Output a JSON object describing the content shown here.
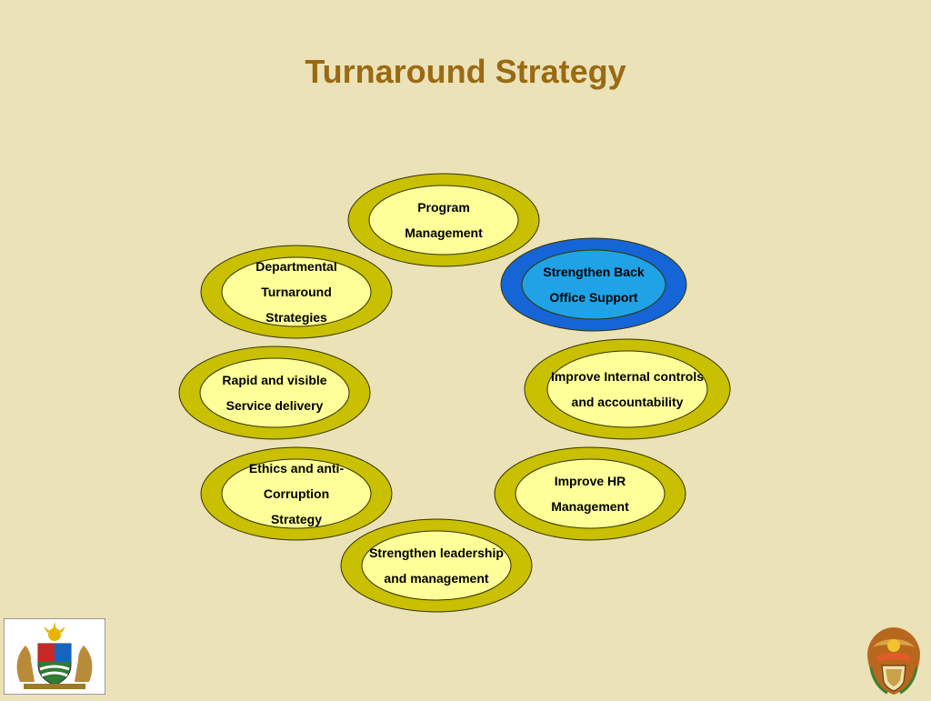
{
  "title": "Turnaround Strategy",
  "colors": {
    "background": "#ebe2b8",
    "title": "#9a6a12",
    "ring_outer": "#c8c000",
    "ring_inner": "#ffff99",
    "highlight_outer": "#1565d6",
    "highlight_inner": "#1fa3e6"
  },
  "nodes": [
    {
      "id": "program-management",
      "label": "Program\nManagement",
      "highlighted": false
    },
    {
      "id": "strengthen-back-office-support",
      "label": "Strengthen Back\nOffice Support",
      "highlighted": true
    },
    {
      "id": "improve-internal-controls",
      "label": "Improve Internal controls\nand accountability",
      "highlighted": false
    },
    {
      "id": "improve-hr-management",
      "label": "Improve HR\nManagement",
      "highlighted": false
    },
    {
      "id": "strengthen-leadership",
      "label": "Strengthen leadership\nand management",
      "highlighted": false
    },
    {
      "id": "ethics-anti-corruption",
      "label": "Ethics and anti-\nCorruption\nStrategy",
      "highlighted": false
    },
    {
      "id": "rapid-service-delivery",
      "label": "Rapid and visible\nService delivery",
      "highlighted": false
    },
    {
      "id": "departmental-turnaround",
      "label": "Departmental\nTurnaround\nStrategies",
      "highlighted": false
    }
  ],
  "logos": {
    "left": "provincial-coat-of-arms-icon",
    "right": "national-coat-of-arms-icon"
  }
}
